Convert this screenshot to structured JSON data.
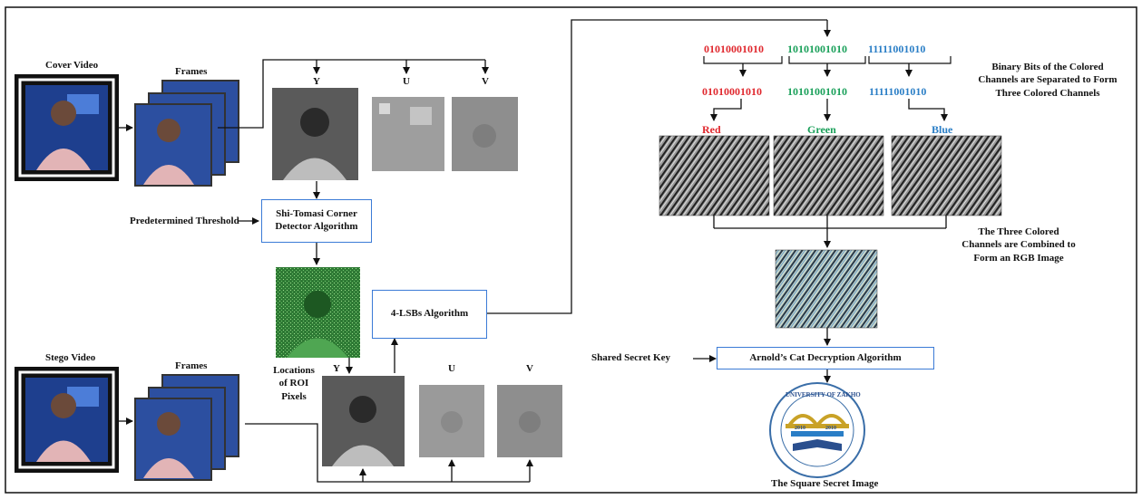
{
  "cover_video_label": "Cover Video",
  "frames_label_top": "Frames",
  "stego_video_label": "Stego Video",
  "frames_label_bottom": "Frames",
  "yuv_top": {
    "y": "Y",
    "u": "U",
    "v": "V"
  },
  "yuv_bottom": {
    "y": "Y",
    "u": "U",
    "v": "V"
  },
  "predetermined_threshold": "Predetermined Threshold",
  "shi_tomasi_line1": "Shi-Tomasi Corner",
  "shi_tomasi_line2": "Detector Algorithm",
  "roi_label": "Locations\nof ROI\nPixels",
  "lsb_box": "4-LSBs Algorithm",
  "bits_combined": {
    "red": "01010001010",
    "green": "10101001010",
    "blue": "11111001010"
  },
  "bits_separated": {
    "red": "01010001010",
    "green": "10101001010",
    "blue": "11111001010"
  },
  "binary_note": "Binary Bits of the Colored\nChannels are Separated to Form\nThree Colored Channels",
  "channel_labels": {
    "red": "Red",
    "green": "Green",
    "blue": "Blue"
  },
  "combine_note": "The Three Colored\nChannels are Combined to\nForm an RGB Image",
  "shared_key": "Shared Secret Key",
  "arnold_box": "Arnold’s Cat Decryption Algorithm",
  "secret_image_label": "The Square Secret Image",
  "logo": {
    "top_text": "UNIVERSITY OF ZAKHO",
    "year_left": "2010",
    "year_right": "2010"
  },
  "colors": {
    "red": "#e0282e",
    "green": "#1aa05a",
    "blue": "#2a7ec6",
    "box_border": "#3b7bd6"
  }
}
